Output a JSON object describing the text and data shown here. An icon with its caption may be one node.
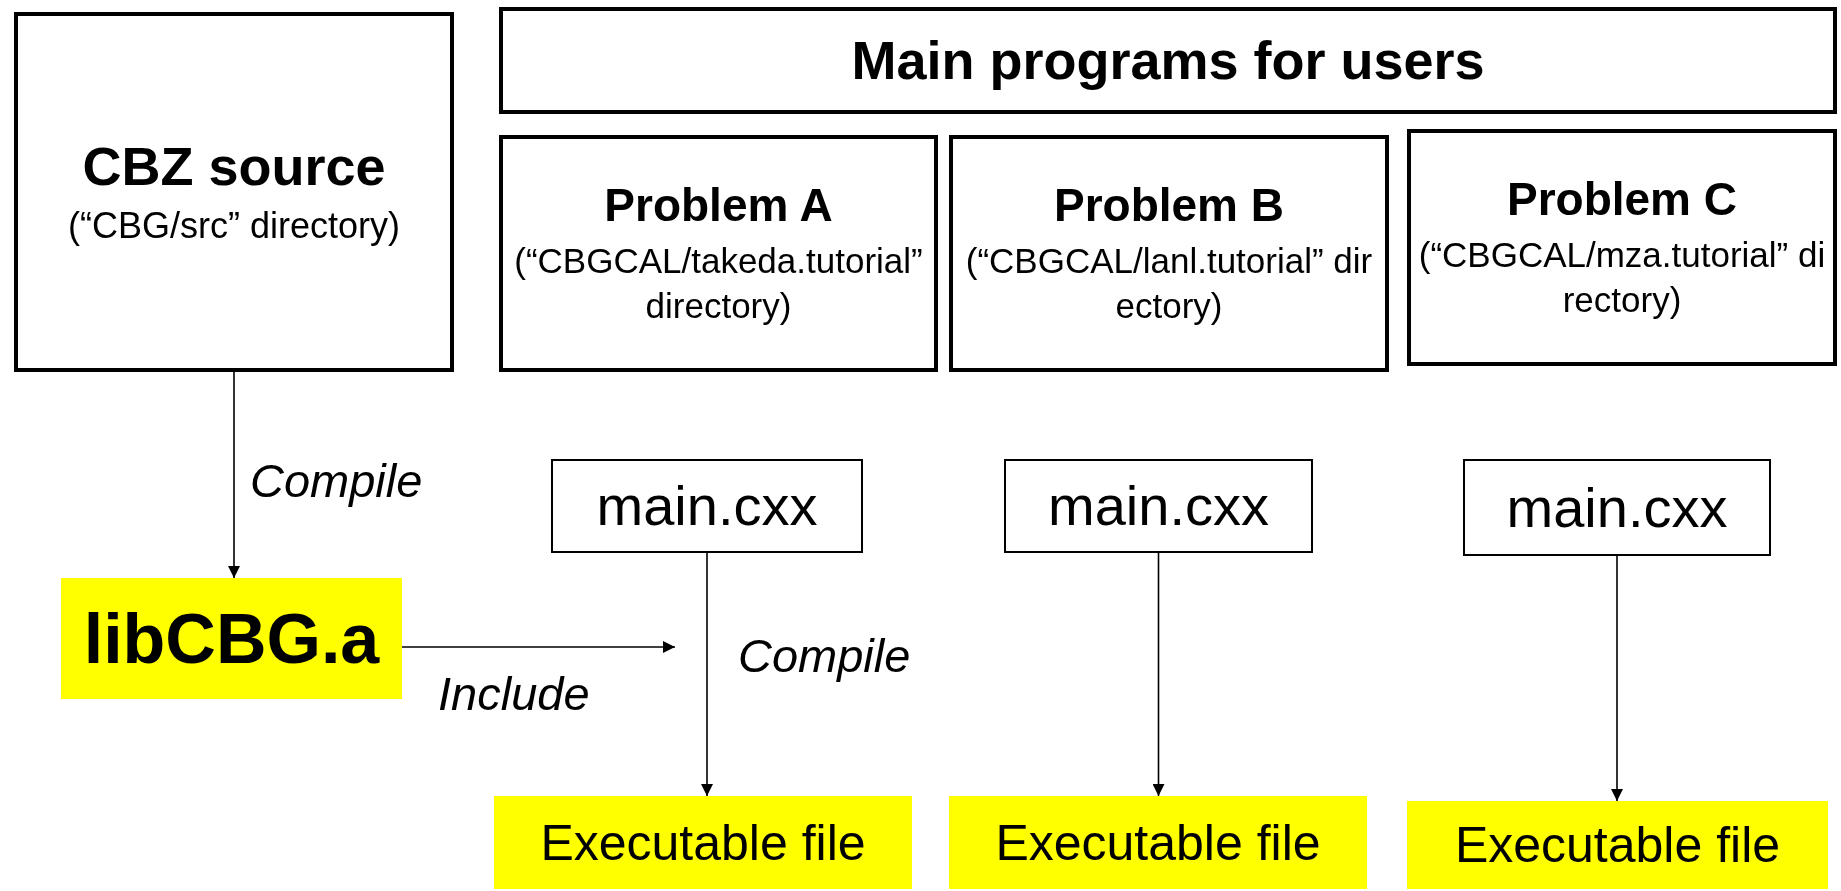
{
  "diagram": {
    "nodes": [
      {
        "text": [
          "CBZ source",
          "(“CBG/src” directory)"
        ]
      },
      {
        "text": [
          "Main programs for users"
        ]
      },
      {
        "text": [
          "Problem A",
          "(“CBGCAL/takeda.tutorial” directory)"
        ]
      },
      {
        "text": [
          "Problem B",
          "(“CBGCAL/lanl.tutorial” directory)"
        ]
      },
      {
        "text": [
          "Problem C",
          "(“CBGCAL/mza.tutorial” directory)"
        ]
      },
      {
        "text": [
          "libCBG.a"
        ]
      },
      {
        "text": [
          "main.cxx"
        ]
      },
      {
        "text": [
          "main.cxx"
        ]
      },
      {
        "text": [
          "main.cxx"
        ]
      },
      {
        "text": [
          "Executable file"
        ]
      },
      {
        "text": [
          "Executable file"
        ]
      },
      {
        "text": [
          "Executable file"
        ]
      }
    ],
    "edges": [
      {
        "from": 0,
        "to": 5,
        "arrow": "to",
        "label": "Compile"
      },
      {
        "from": 5,
        "to": null,
        "arrow": "to",
        "label": "Include"
      },
      {
        "from": 6,
        "to": 9,
        "arrow": "to",
        "label": "Compile"
      },
      {
        "from": 7,
        "to": 10,
        "arrow": "to"
      },
      {
        "from": 8,
        "to": 11,
        "arrow": "to"
      }
    ]
  }
}
